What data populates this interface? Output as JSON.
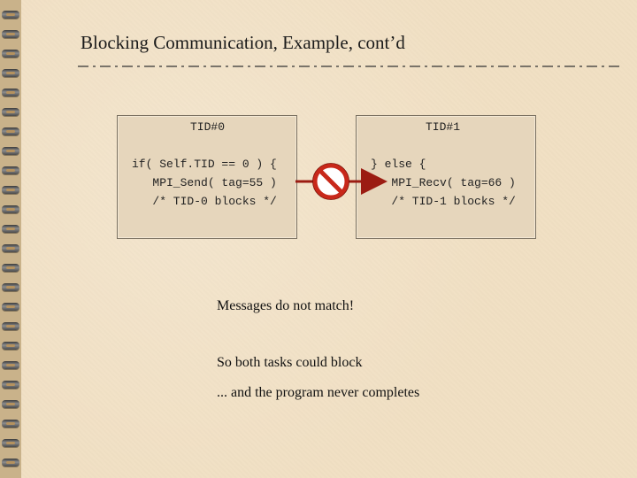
{
  "slide": {
    "title": "Blocking Communication, Example, cont’d"
  },
  "left_box": {
    "header": "TID#0",
    "lines": [
      "if( Self.TID == 0 ) {",
      "   MPI_Send( tag=55 )",
      "   /* TID-0 blocks */"
    ]
  },
  "right_box": {
    "header": "TID#1",
    "lines": [
      "} else {",
      "   MPI_Recv( tag=66 )",
      "   /* TID-1 blocks */"
    ]
  },
  "connector": {
    "icon": "no-entry-icon",
    "arrow_color": "#9b1c12"
  },
  "notes": {
    "mismatch": "Messages do not match!",
    "both_block": "So both tasks could block",
    "never_completes": "... and the program never completes"
  }
}
